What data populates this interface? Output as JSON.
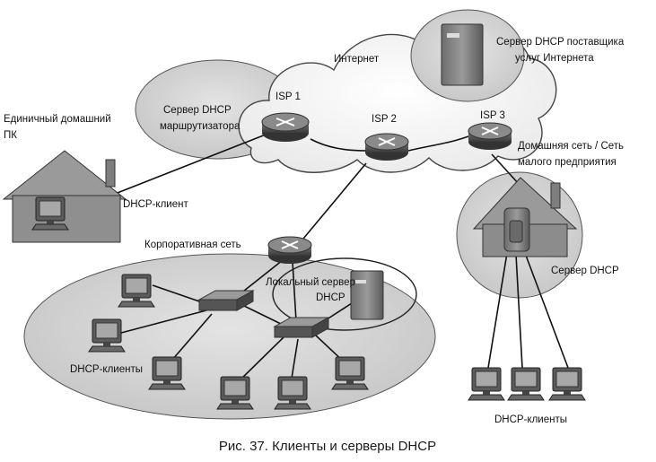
{
  "labels": {
    "internet": "Интернет",
    "isp1": "ISP 1",
    "isp2": "ISP 2",
    "isp3": "ISP 3",
    "router_dhcp_line1": "Сервер DHCP",
    "router_dhcp_line2": "маршрутизатора",
    "provider_dhcp_line1": "Сервер DHCP поставщика",
    "provider_dhcp_line2": "услуг Интернета",
    "single_pc_line1": "Единичный домашний",
    "single_pc_line2": "ПК",
    "dhcp_client": "DHCP-клиент",
    "home_net_line1": "Домашняя сеть / Сеть",
    "home_net_line2": "малого предприятия",
    "corporate_net": "Корпоративная сеть",
    "local_server_line1": "Локальный сервер",
    "local_server_line2": "DHCP",
    "home_dhcp_server": "Сервер DHCP",
    "corp_clients": "DHCP-клиенты",
    "home_clients": "DHCP-клиенты"
  },
  "caption": "Рис. 37. Клиенты и серверы DHCP"
}
